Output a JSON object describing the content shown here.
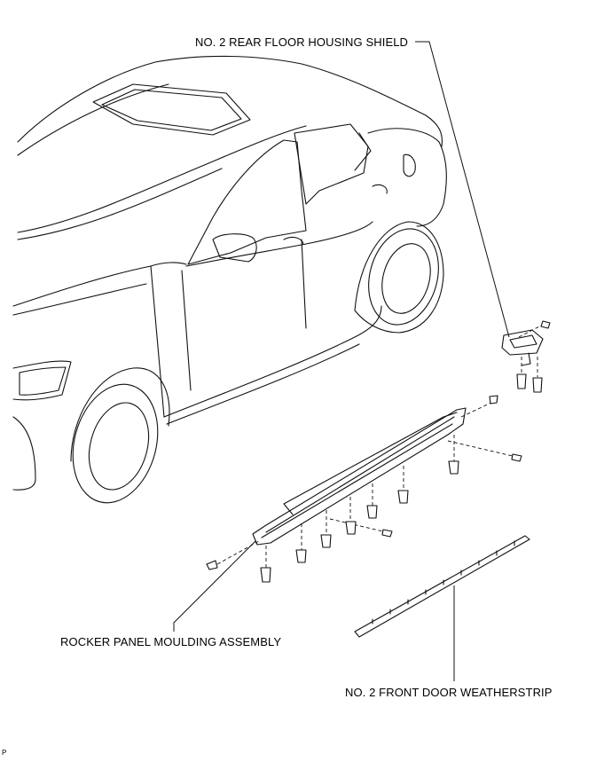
{
  "labels": {
    "shield": "NO. 2 REAR FLOOR HOUSING SHIELD",
    "rocker": "ROCKER PANEL MOULDING ASSEMBLY",
    "weatherstrip": "NO. 2 FRONT DOOR WEATHERSTRIP",
    "corner_code": "P"
  }
}
